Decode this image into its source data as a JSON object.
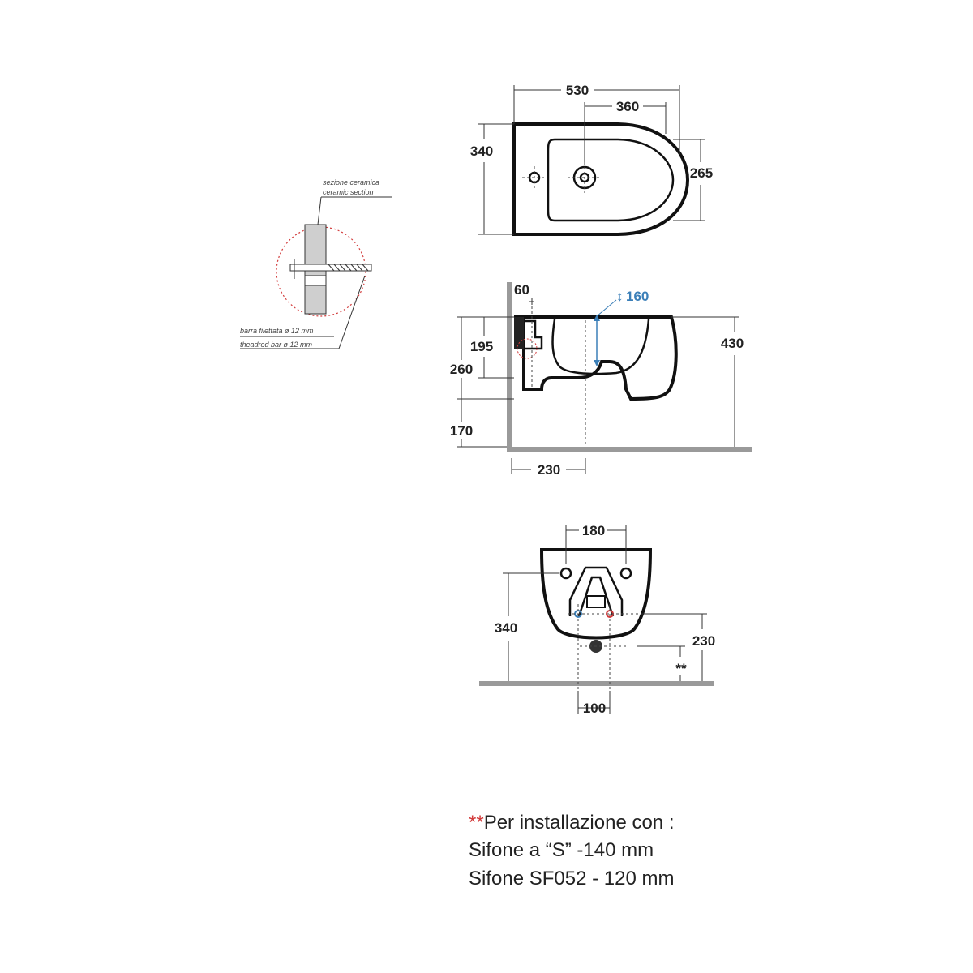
{
  "top_view": {
    "dim_length": "530",
    "dim_bowl": "360",
    "dim_depth_left": "340",
    "dim_depth_right": "265"
  },
  "detail": {
    "ceramic_section_it": "sezione ceramica",
    "ceramic_section_en": "ceramic section",
    "threaded_bar_it": "barra filettata ø 12 mm",
    "threaded_bar_en": "theadred bar ø 12 mm"
  },
  "side_view": {
    "dim_60": "60",
    "dim_160": "160",
    "dim_195": "195",
    "dim_260": "260",
    "dim_170": "170",
    "dim_430": "430",
    "dim_230": "230"
  },
  "front_view": {
    "dim_180": "180",
    "dim_340": "340",
    "dim_230": "230",
    "marker": "**",
    "dim_100": "100"
  },
  "legend": {
    "marker": "**",
    "line1": "Per installazione con :",
    "line2": "Sifone a “S” -140 mm",
    "line3": "Sifone SF052 - 120 mm"
  },
  "colors": {
    "accent_blue": "#3b7fb8",
    "accent_red": "#d23b3b",
    "wall_grey": "#9a9a9a"
  }
}
